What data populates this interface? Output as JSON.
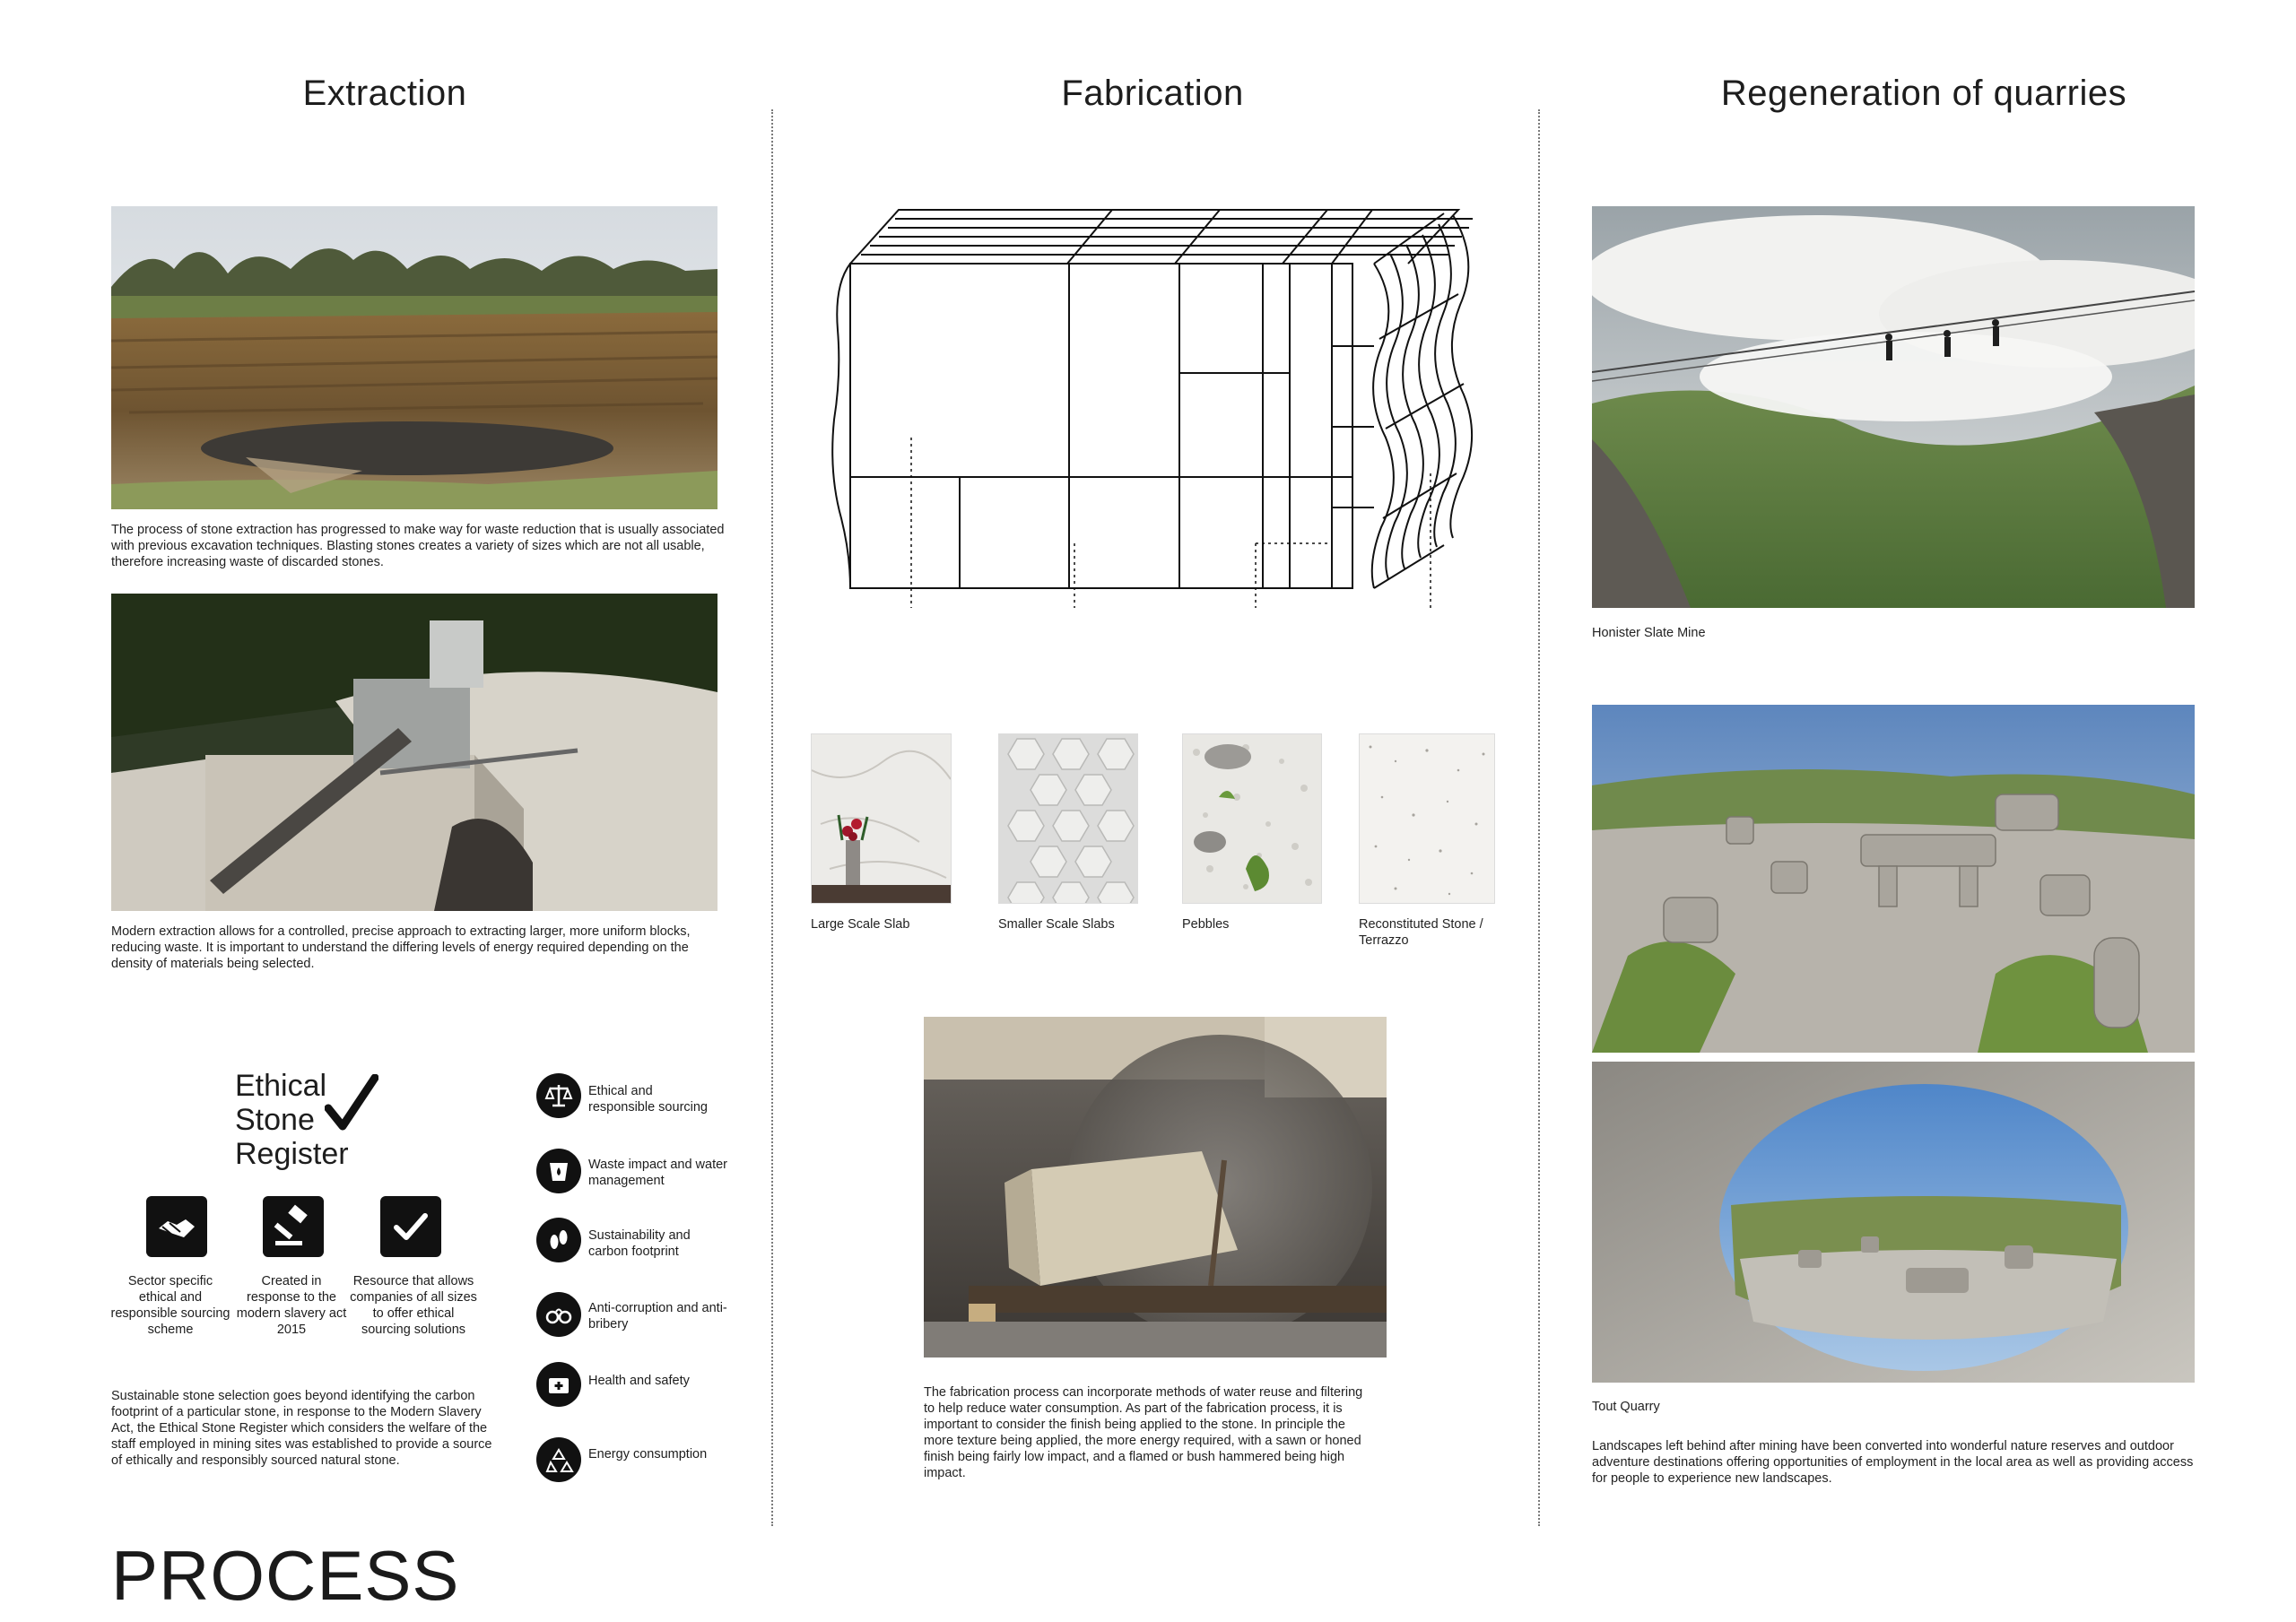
{
  "columns": {
    "extraction": {
      "title": "Extraction"
    },
    "fabrication": {
      "title": "Fabrication"
    },
    "regeneration": {
      "title": "Regeneration of quarries"
    }
  },
  "extraction": {
    "photo1_desc": "The process of stone extraction has progressed to make way for waste reduction that is usually associated with previous excavation techniques. Blasting stones creates a variety of sizes which are not all usable, therefore increasing waste of discarded stones.",
    "photo2_desc": "Modern extraction allows for a controlled, precise approach to extracting larger, more uniform blocks, reducing waste. It is important to understand the differing levels of energy required depending on the density of materials being selected."
  },
  "ethical_register": {
    "title_lines": [
      "Ethical",
      "Stone",
      "Register"
    ],
    "pillars": [
      {
        "icon": "handshake-icon",
        "text": "Sector specific ethical and responsible sourcing scheme"
      },
      {
        "icon": "gavel-icon",
        "text": "Created in response to the modern slavery act 2015"
      },
      {
        "icon": "checkmark-icon",
        "text": "Resource that allows companies of all sizes to offer ethical sourcing solutions"
      }
    ],
    "criteria": [
      {
        "icon": "scales-icon",
        "text": "Ethical and responsible sourcing"
      },
      {
        "icon": "water-bucket-icon",
        "text": "Waste impact and water management"
      },
      {
        "icon": "footprint-icon",
        "text": "Sustainability and carbon footprint"
      },
      {
        "icon": "handcuffs-icon",
        "text": "Anti-corruption and anti-bribery"
      },
      {
        "icon": "first-aid-icon",
        "text": "Health and safety"
      },
      {
        "icon": "recycle-icon",
        "text": "Energy consumption"
      }
    ],
    "summary": "Sustainable stone selection goes beyond identifying the carbon footprint of a particular stone, in response to the Modern Slavery Act, the Ethical Stone Register which considers the welfare of the staff employed in mining sites was established to provide a source of ethically and responsibly sourced natural stone."
  },
  "fabrication": {
    "samples": [
      {
        "label": "Large Scale Slab"
      },
      {
        "label": "Smaller Scale Slabs"
      },
      {
        "label": "Pebbles"
      },
      {
        "label": "Reconstituted Stone / Terrazzo"
      }
    ],
    "description": "The fabrication process can incorporate methods of water reuse and filtering to help reduce water consumption. As part of the fabrication process, it is important to consider the finish being applied to the stone. In principle the more texture being applied, the more energy required, with a sawn or honed finish being fairly low impact, and a flamed or bush hammered being high impact."
  },
  "regeneration": {
    "photo1_caption": "Honister Slate Mine",
    "photo3_caption": "Tout Quarry",
    "description": "Landscapes left behind after mining have been converted into wonderful nature reserves and outdoor adventure destinations offering opportunities of employment in the local area as well as providing access for people to experience new landscapes."
  },
  "page": {
    "heading": "PROCESS"
  }
}
